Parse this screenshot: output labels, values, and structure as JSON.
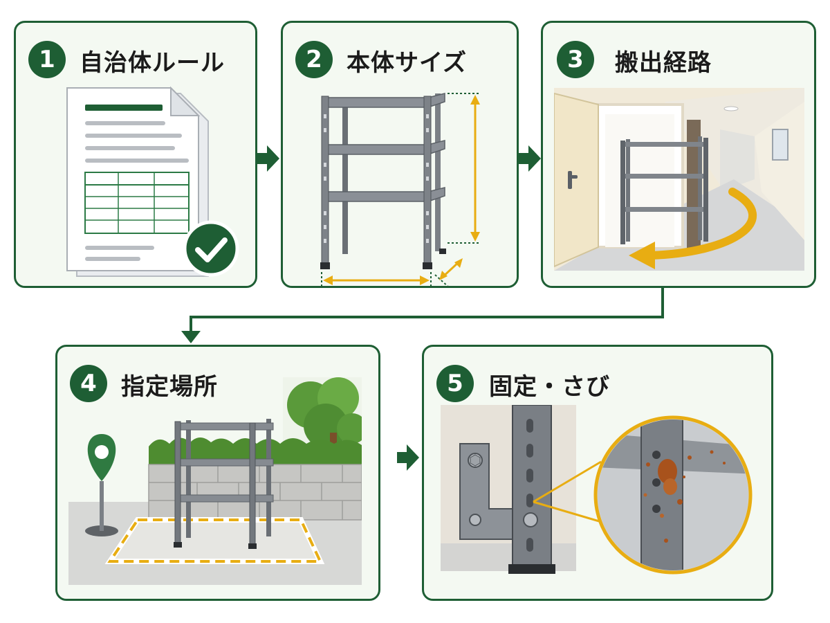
{
  "steps": [
    {
      "number": "1",
      "title": "自治体ルール",
      "icon": "document-check-icon"
    },
    {
      "number": "2",
      "title": "本体サイズ",
      "icon": "shelf-measure-icon"
    },
    {
      "number": "3",
      "title": "搬出経路",
      "icon": "hallway-route-icon"
    },
    {
      "number": "4",
      "title": "指定場所",
      "icon": "location-pin-icon"
    },
    {
      "number": "5",
      "title": "固定・さび",
      "icon": "bracket-rust-icon"
    }
  ],
  "colors": {
    "brand_green": "#1e5e34",
    "accent_yellow": "#e8ad12",
    "card_bg": "#f4f9f2",
    "rust": "#a8521c"
  }
}
